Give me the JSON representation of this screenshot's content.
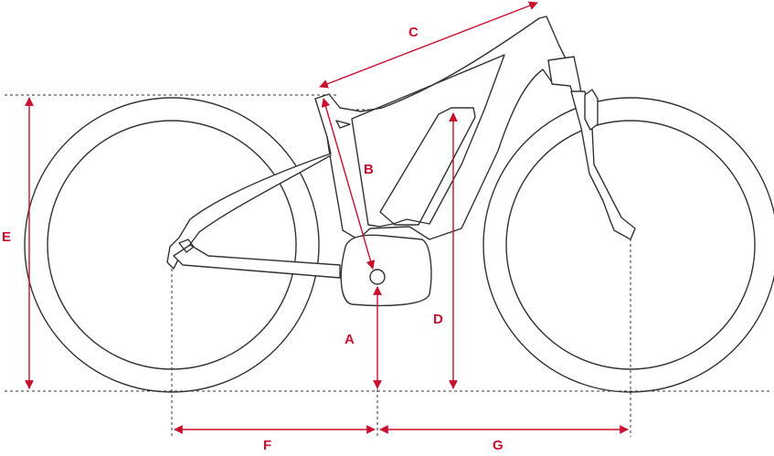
{
  "colors": {
    "dimension": "#c8102e",
    "outline": "#333333",
    "background": "#ffffff"
  },
  "labels": {
    "a": "A",
    "b": "B",
    "c": "C",
    "d": "D",
    "e": "E",
    "f": "F",
    "g": "G"
  }
}
